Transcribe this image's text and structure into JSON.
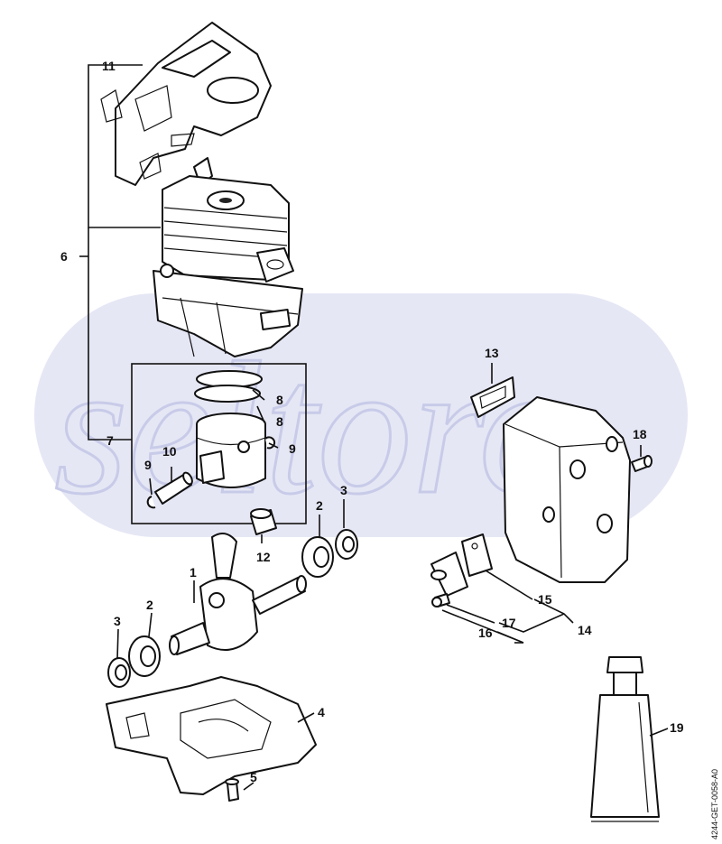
{
  "watermark": {
    "text": "seltoro",
    "color": "#e6e7f5"
  },
  "doc_code": "4244-GET-0058-A0",
  "labels": {
    "p1": "1",
    "p2a": "2",
    "p2b": "2",
    "p3a": "3",
    "p3b": "3",
    "p4": "4",
    "p5": "5",
    "p6": "6",
    "p7": "7",
    "p8a": "8",
    "p8b": "8",
    "p9a": "9",
    "p9b": "9",
    "p10": "10",
    "p11": "11",
    "p12": "12",
    "p13": "13",
    "p14": "14",
    "p15": "15",
    "p16": "16",
    "p17": "17",
    "p18": "18",
    "p19": "19"
  }
}
